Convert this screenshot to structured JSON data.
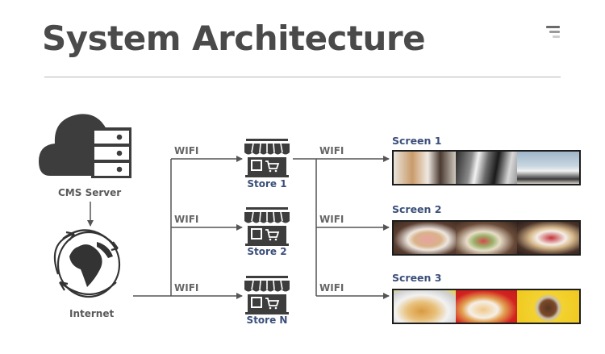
{
  "header": {
    "title": "System Architecture",
    "menu_icon": "menu-lines-icon"
  },
  "diagram": {
    "cms_server": {
      "label": "CMS Server",
      "icon": "cloud-server-icon"
    },
    "internet": {
      "label": "Internet",
      "icon": "globe-icon"
    },
    "links": {
      "to_stores": [
        "WIFI",
        "WIFI",
        "WIFI"
      ],
      "to_screens": [
        "WIFI",
        "WIFI",
        "WIFI"
      ]
    },
    "stores": [
      {
        "label": "Store 1",
        "icon": "storefront-icon"
      },
      {
        "label": "Store 2",
        "icon": "storefront-icon"
      },
      {
        "label": "Store N",
        "icon": "storefront-icon"
      }
    ],
    "screens": [
      {
        "label": "Screen 1",
        "content": "fashion-photos"
      },
      {
        "label": "Screen 2",
        "content": "strawberry-cake-photos"
      },
      {
        "label": "Screen 3",
        "content": "snack-food-photos"
      }
    ]
  },
  "colors": {
    "title": "#4a4a4a",
    "icon": "#3d3d3d",
    "line": "#555555",
    "store_label": "#3b4f7a"
  }
}
